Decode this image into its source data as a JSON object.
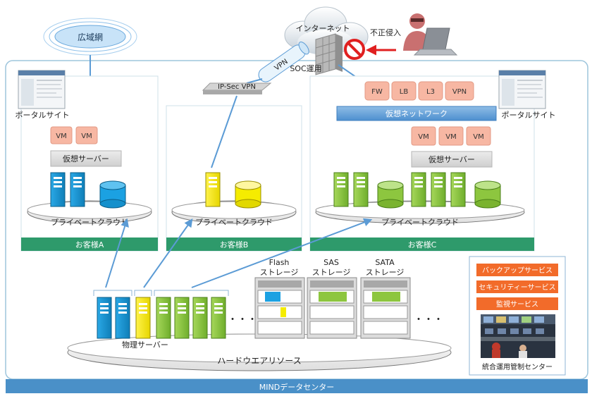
{
  "top": {
    "wide_area": "広域網",
    "internet": "インターネット",
    "intrusion": "不正侵入",
    "soc": "SOC運用",
    "vpn": "VPN",
    "ipsec": "IP-Sec VPN"
  },
  "portal": "ポータルサイト",
  "customers": [
    {
      "name": "お客様A",
      "vms": [
        "VM",
        "VM"
      ],
      "server": "仮想サーバー",
      "cloud": "プライベートクラウド",
      "color": "#1ba1e2"
    },
    {
      "name": "お客様B",
      "cloud": "プライベートクラウド",
      "color": "#f5ec00"
    },
    {
      "name": "お客様C",
      "net_funcs": [
        "FW",
        "LB",
        "L3",
        "VPN"
      ],
      "vnet": "仮想ネットワーク",
      "vms": [
        "VM",
        "VM",
        "VM"
      ],
      "server": "仮想サーバー",
      "cloud": "プライベートクラウド",
      "color": "#8dc63f"
    }
  ],
  "storage": [
    {
      "line1": "Flash",
      "line2": "ストレージ"
    },
    {
      "line1": "SAS",
      "line2": "ストレージ"
    },
    {
      "line1": "SATA",
      "line2": "ストレージ"
    }
  ],
  "physical": "物理サーバー",
  "ellipsis": "・・・",
  "hardware": "ハードウエアリソース",
  "services": [
    "バックアップサービス",
    "セキュリティーサービス",
    "監視サービス"
  ],
  "ops_center": "統合運用管制センター",
  "datacenter": "MINDデータセンター",
  "colors": {
    "frame": "#9ec5dc",
    "band": "#2e9a6b",
    "footer": "#4a90c8",
    "service": "#f26b2a",
    "vm": "#f7b7a3",
    "vnet": "#5b9bd5",
    "arrow": "#5b9bd5",
    "red": "#e02020"
  }
}
